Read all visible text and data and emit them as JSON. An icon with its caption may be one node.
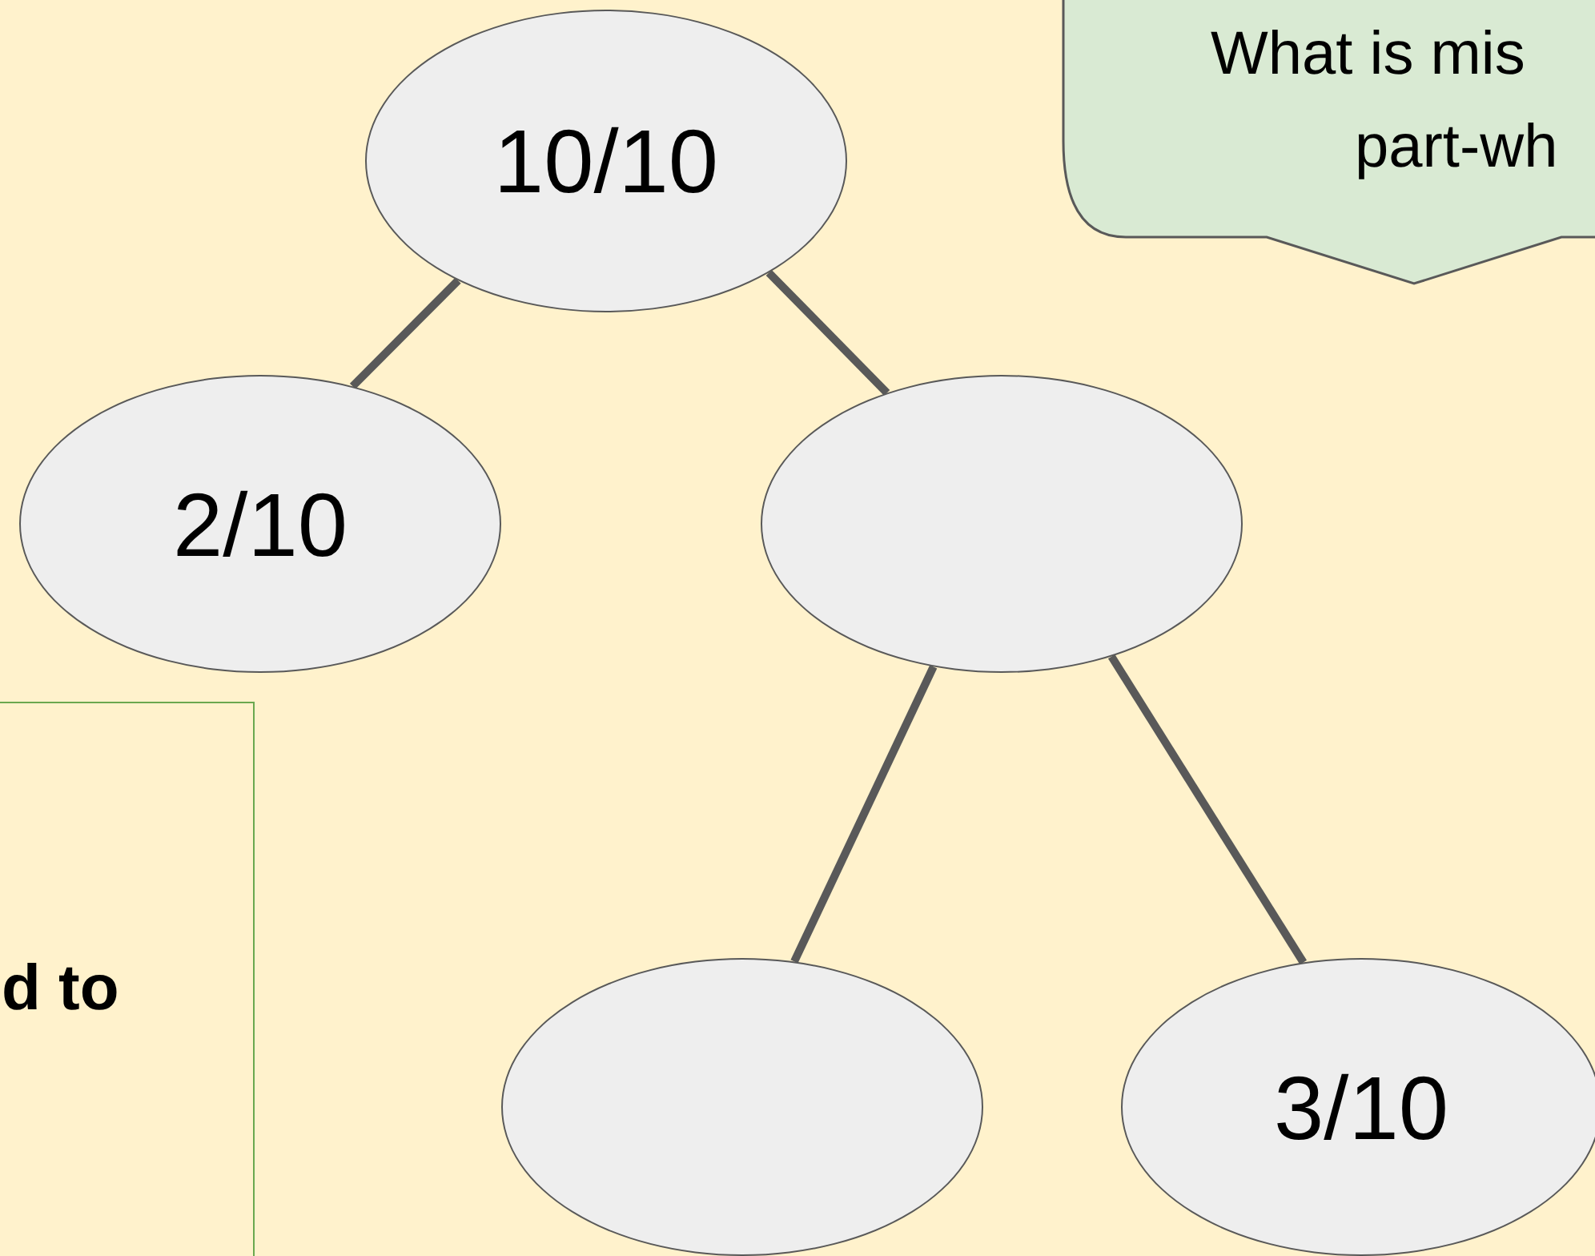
{
  "diagram": {
    "nodes": [
      {
        "text": [
          "10/10"
        ]
      },
      {
        "text": [
          "2/10"
        ]
      },
      {
        "text": [],
        "shape": "ellipse"
      },
      {
        "text": [],
        "shape": "ellipse"
      },
      {
        "text": [
          "3/10"
        ]
      },
      {
        "text": [
          "What is mis",
          "part-wh"
        ]
      },
      {
        "text": [
          "d to"
        ]
      }
    ],
    "edges": [
      {
        "from": 0,
        "to": 1,
        "arrow": "none"
      },
      {
        "from": 0,
        "to": 2,
        "arrow": "none"
      },
      {
        "from": 2,
        "to": 3,
        "arrow": "none"
      },
      {
        "from": 2,
        "to": 4,
        "arrow": "none"
      }
    ]
  }
}
